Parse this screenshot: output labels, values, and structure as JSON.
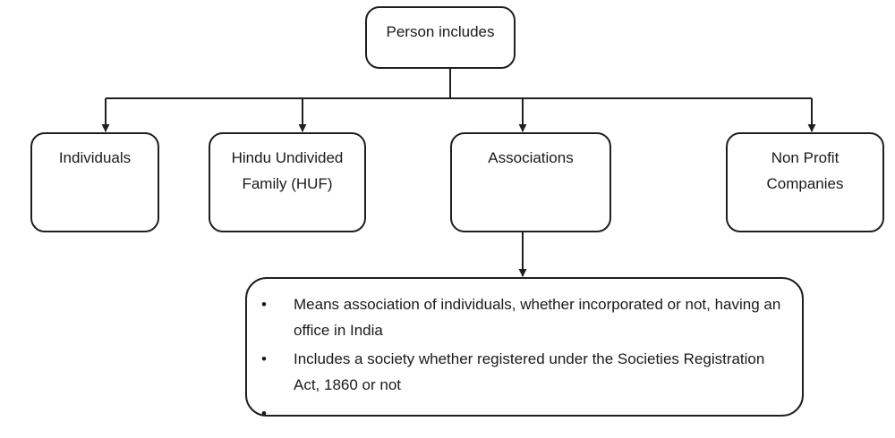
{
  "diagram": {
    "root": {
      "label": "Person includes"
    },
    "children": [
      {
        "label": "Individuals"
      },
      {
        "label": "Hindu Undivided Family (HUF)"
      },
      {
        "label": "Associations"
      },
      {
        "label": "Non Profit Companies"
      }
    ],
    "associations_detail": {
      "bullets": [
        "Means association of individuals, whether incorporated or not, having an office in India",
        "Includes a society whether registered under the Societies Registration Act, 1860  or not",
        ""
      ]
    }
  },
  "colors": {
    "stroke": "#1f1f1f",
    "text": "#1a1a1a",
    "background": "#ffffff"
  }
}
